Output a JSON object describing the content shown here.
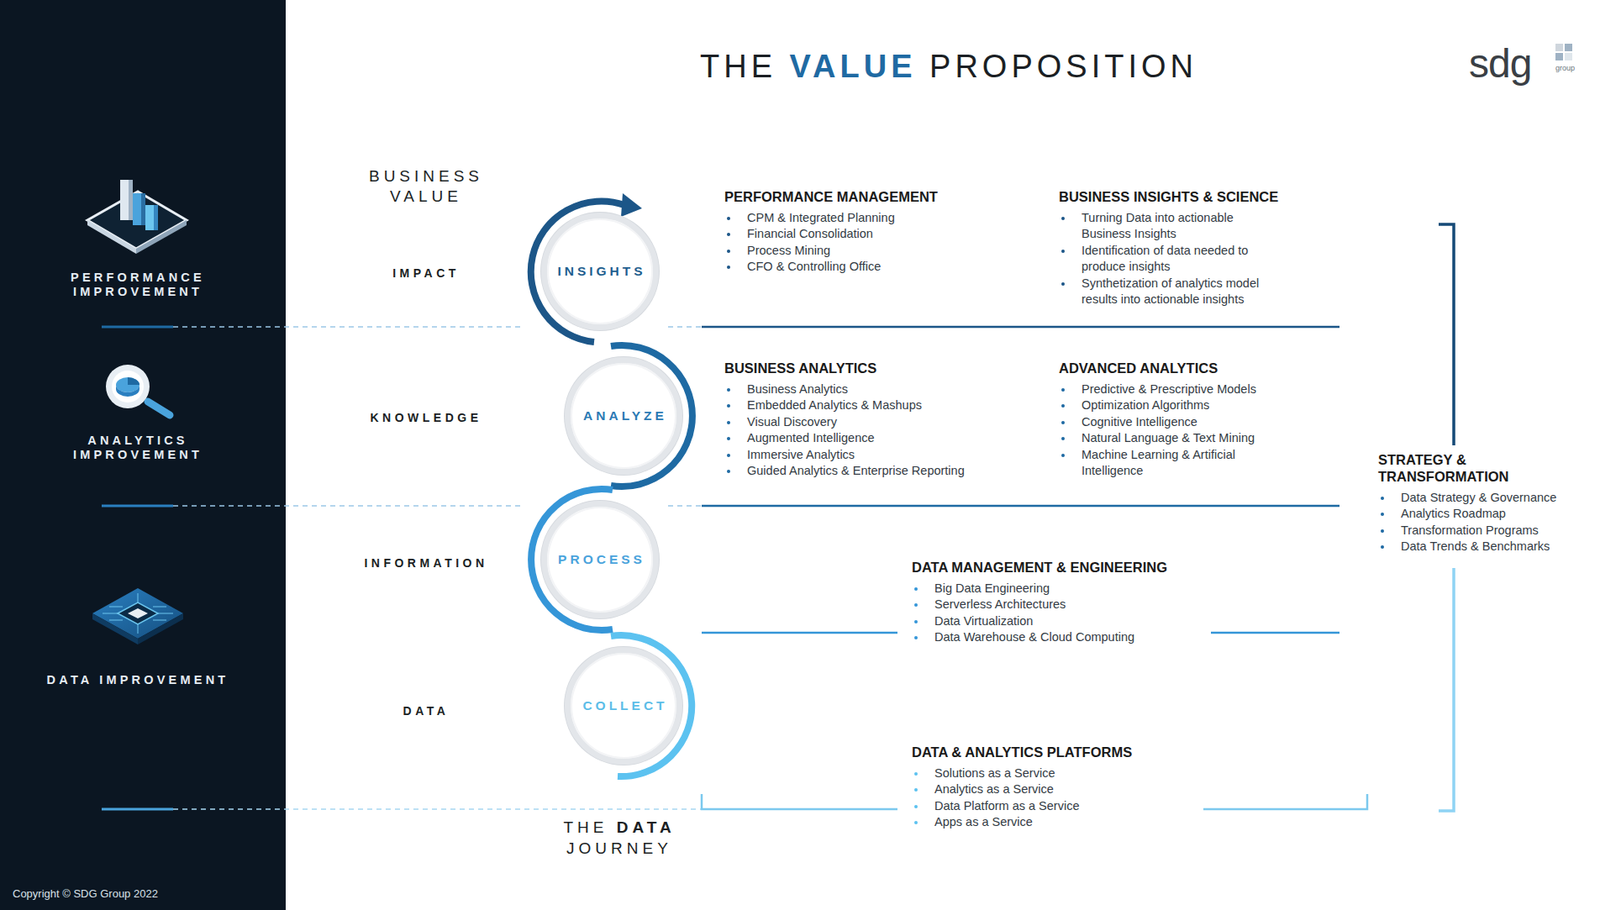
{
  "diagram": {
    "title": "THE VALUE PROPOSITION",
    "nodes": [
      {
        "text": [
          "PERFORMANCE IMPROVEMENT",
          "ANALYTICS IMPROVEMENT",
          "DATA IMPROVEMENT",
          "Copyright © SDG Group 2022"
        ]
      },
      {
        "text": [
          "INSIGHTS"
        ]
      },
      {
        "text": [
          "ANALYZE"
        ]
      },
      {
        "text": [
          "PROCESS"
        ]
      },
      {
        "text": [
          "COLLECT"
        ]
      }
    ],
    "labels": [
      "sdg",
      "group",
      "BUSINESS VALUE",
      "IMPACT",
      "KNOWLEDGE",
      "INFORMATION",
      "DATA",
      "THE DATA JOURNEY",
      "PERFORMANCE MANAGEMENT",
      "CPM & Integrated Planning",
      "Financial Consolidation",
      "Process Mining",
      "CFO & Controlling Office",
      "BUSINESS INSIGHTS & SCIENCE",
      "Turning Data into actionable Business Insights",
      "Identification of data needed to produce insights",
      "Synthetization of analytics model results into actionable insights",
      "BUSINESS ANALYTICS",
      "Business Analytics",
      "Embedded Analytics & Mashups",
      "Visual Discovery",
      "Augmented Intelligence",
      "Immersive Analytics",
      "Guided Analytics & Enterprise Reporting",
      "ADVANCED ANALYTICS",
      "Predictive & Prescriptive Models",
      "Optimization Algorithms",
      "Cognitive Intelligence",
      "Natural Language & Text Mining",
      "Machine Learning & Artificial Intelligence",
      "DATA MANAGEMENT & ENGINEERING",
      "Big Data Engineering",
      "Serverless Architectures",
      "Data Virtualization",
      "Data Warehouse & Cloud Computing",
      "DATA & ANALYTICS PLATFORMS",
      "Solutions as a Service",
      "Analytics as a Service",
      "Data Platform as a Service",
      "Apps as a Service",
      "STRATEGY & TRANSFORMATION",
      "Data Strategy & Governance",
      "Analytics Roadmap",
      "Transformation Programs",
      "Data Trends & Benchmarks"
    ]
  }
}
